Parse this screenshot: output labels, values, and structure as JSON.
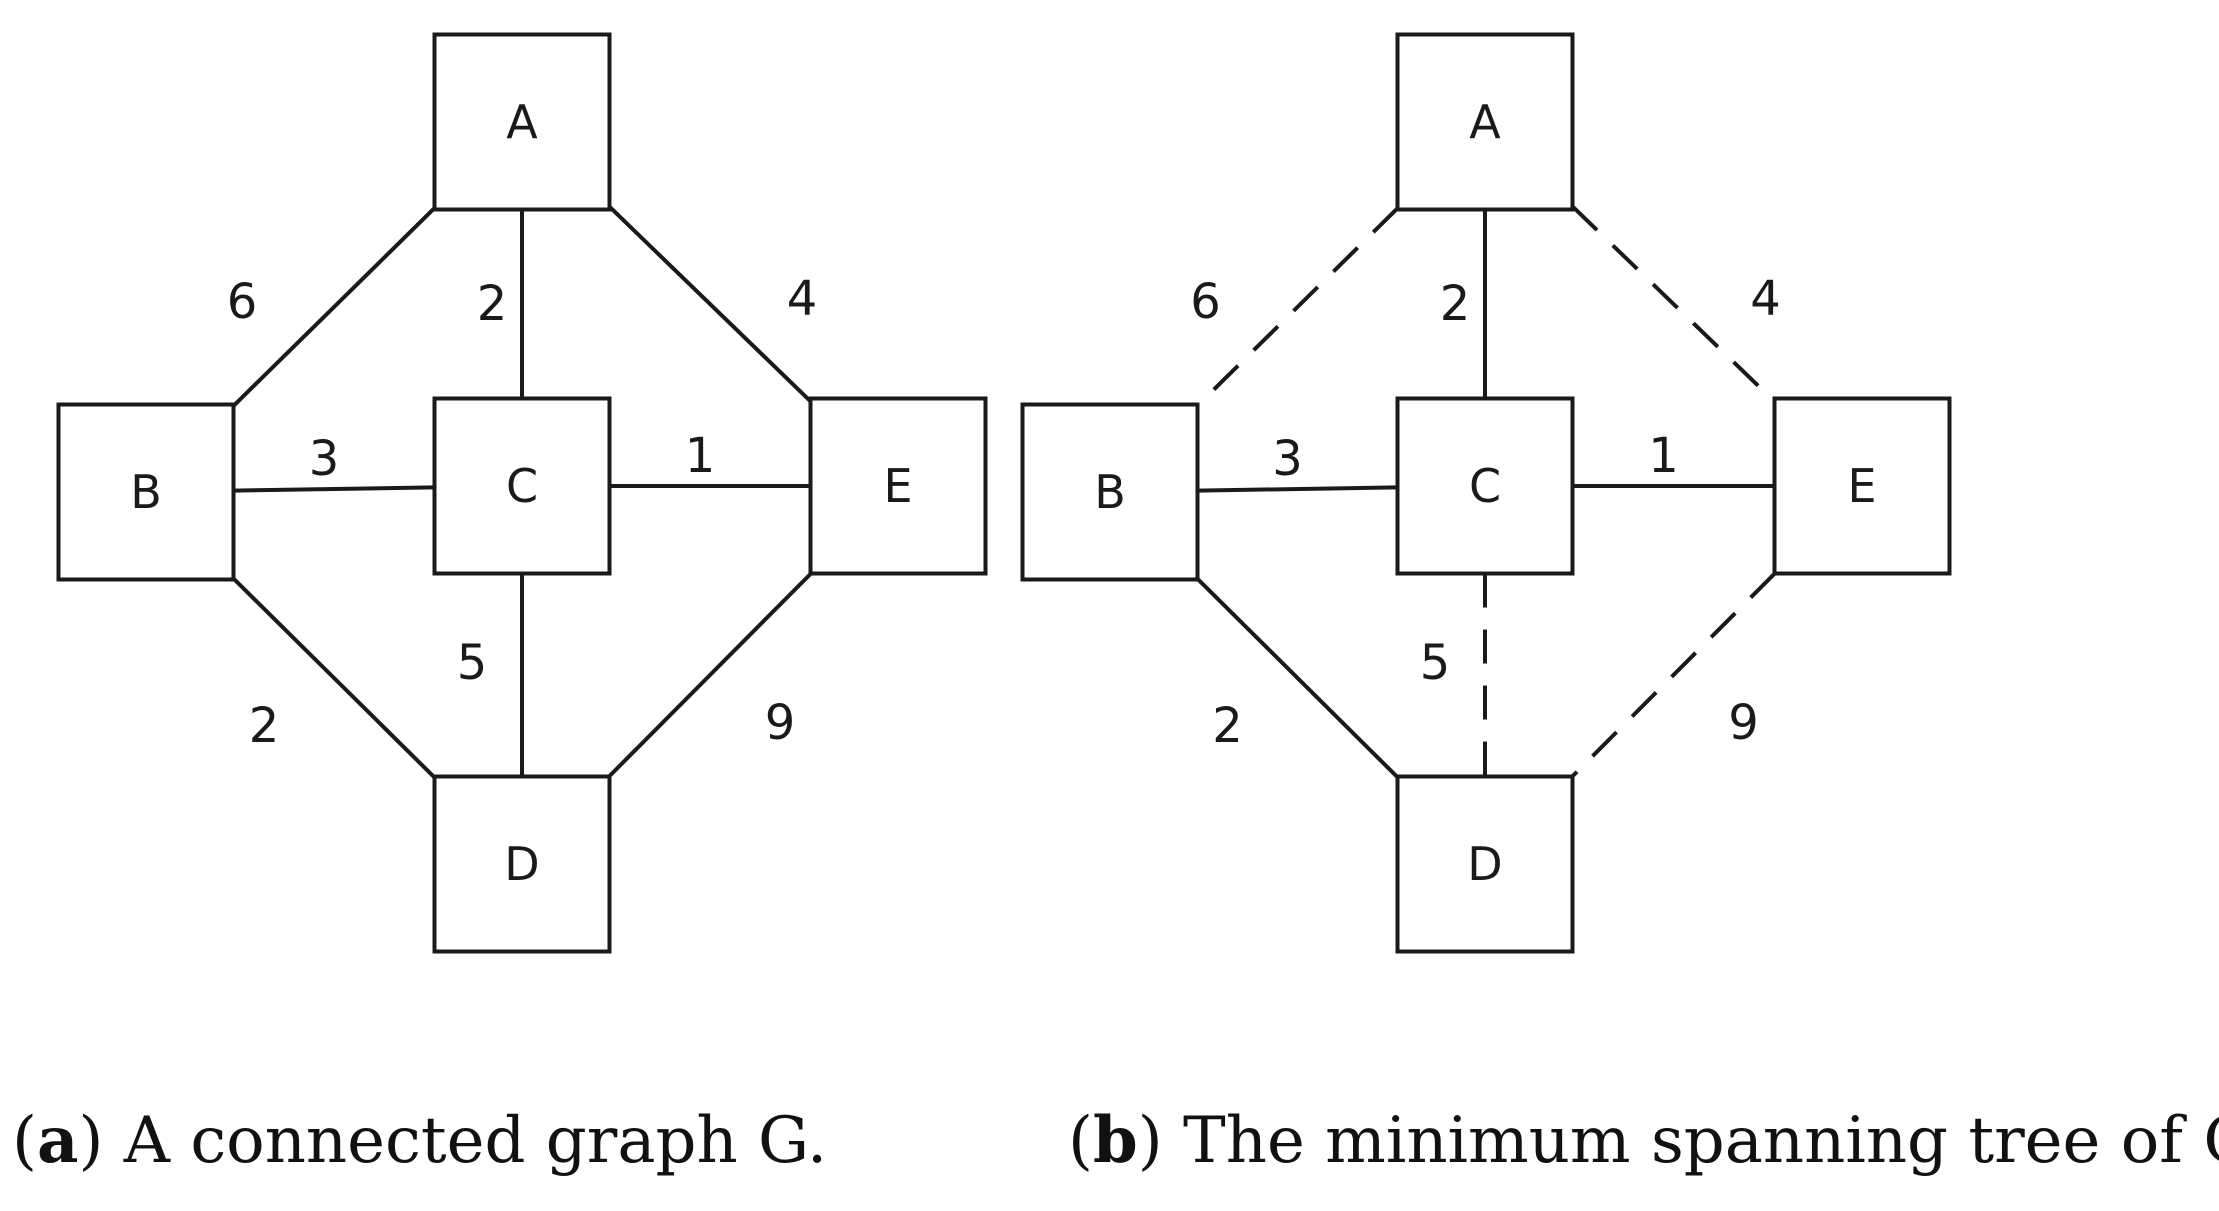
{
  "panels": [
    {
      "id": "a",
      "caption": {
        "letter": "a",
        "text": " A connected graph G."
      },
      "nodes": [
        "A",
        "B",
        "C",
        "D",
        "E"
      ],
      "edges": [
        {
          "from": "A",
          "to": "B",
          "weight": "6",
          "style": "solid"
        },
        {
          "from": "A",
          "to": "C",
          "weight": "2",
          "style": "solid"
        },
        {
          "from": "A",
          "to": "E",
          "weight": "4",
          "style": "solid"
        },
        {
          "from": "B",
          "to": "C",
          "weight": "3",
          "style": "solid"
        },
        {
          "from": "C",
          "to": "E",
          "weight": "1",
          "style": "solid"
        },
        {
          "from": "C",
          "to": "D",
          "weight": "5",
          "style": "solid"
        },
        {
          "from": "B",
          "to": "D",
          "weight": "2",
          "style": "solid"
        },
        {
          "from": "E",
          "to": "D",
          "weight": "9",
          "style": "solid"
        }
      ]
    },
    {
      "id": "b",
      "caption": {
        "letter": "b",
        "text": " The minimum spanning tree of G."
      },
      "nodes": [
        "A",
        "B",
        "C",
        "D",
        "E"
      ],
      "edges": [
        {
          "from": "A",
          "to": "B",
          "weight": "6",
          "style": "dashed"
        },
        {
          "from": "A",
          "to": "C",
          "weight": "2",
          "style": "solid"
        },
        {
          "from": "A",
          "to": "E",
          "weight": "4",
          "style": "dashed"
        },
        {
          "from": "B",
          "to": "C",
          "weight": "3",
          "style": "solid"
        },
        {
          "from": "C",
          "to": "E",
          "weight": "1",
          "style": "solid"
        },
        {
          "from": "C",
          "to": "D",
          "weight": "5",
          "style": "dashed"
        },
        {
          "from": "B",
          "to": "D",
          "weight": "2",
          "style": "solid"
        },
        {
          "from": "E",
          "to": "D",
          "weight": "9",
          "style": "dashed"
        }
      ]
    }
  ]
}
